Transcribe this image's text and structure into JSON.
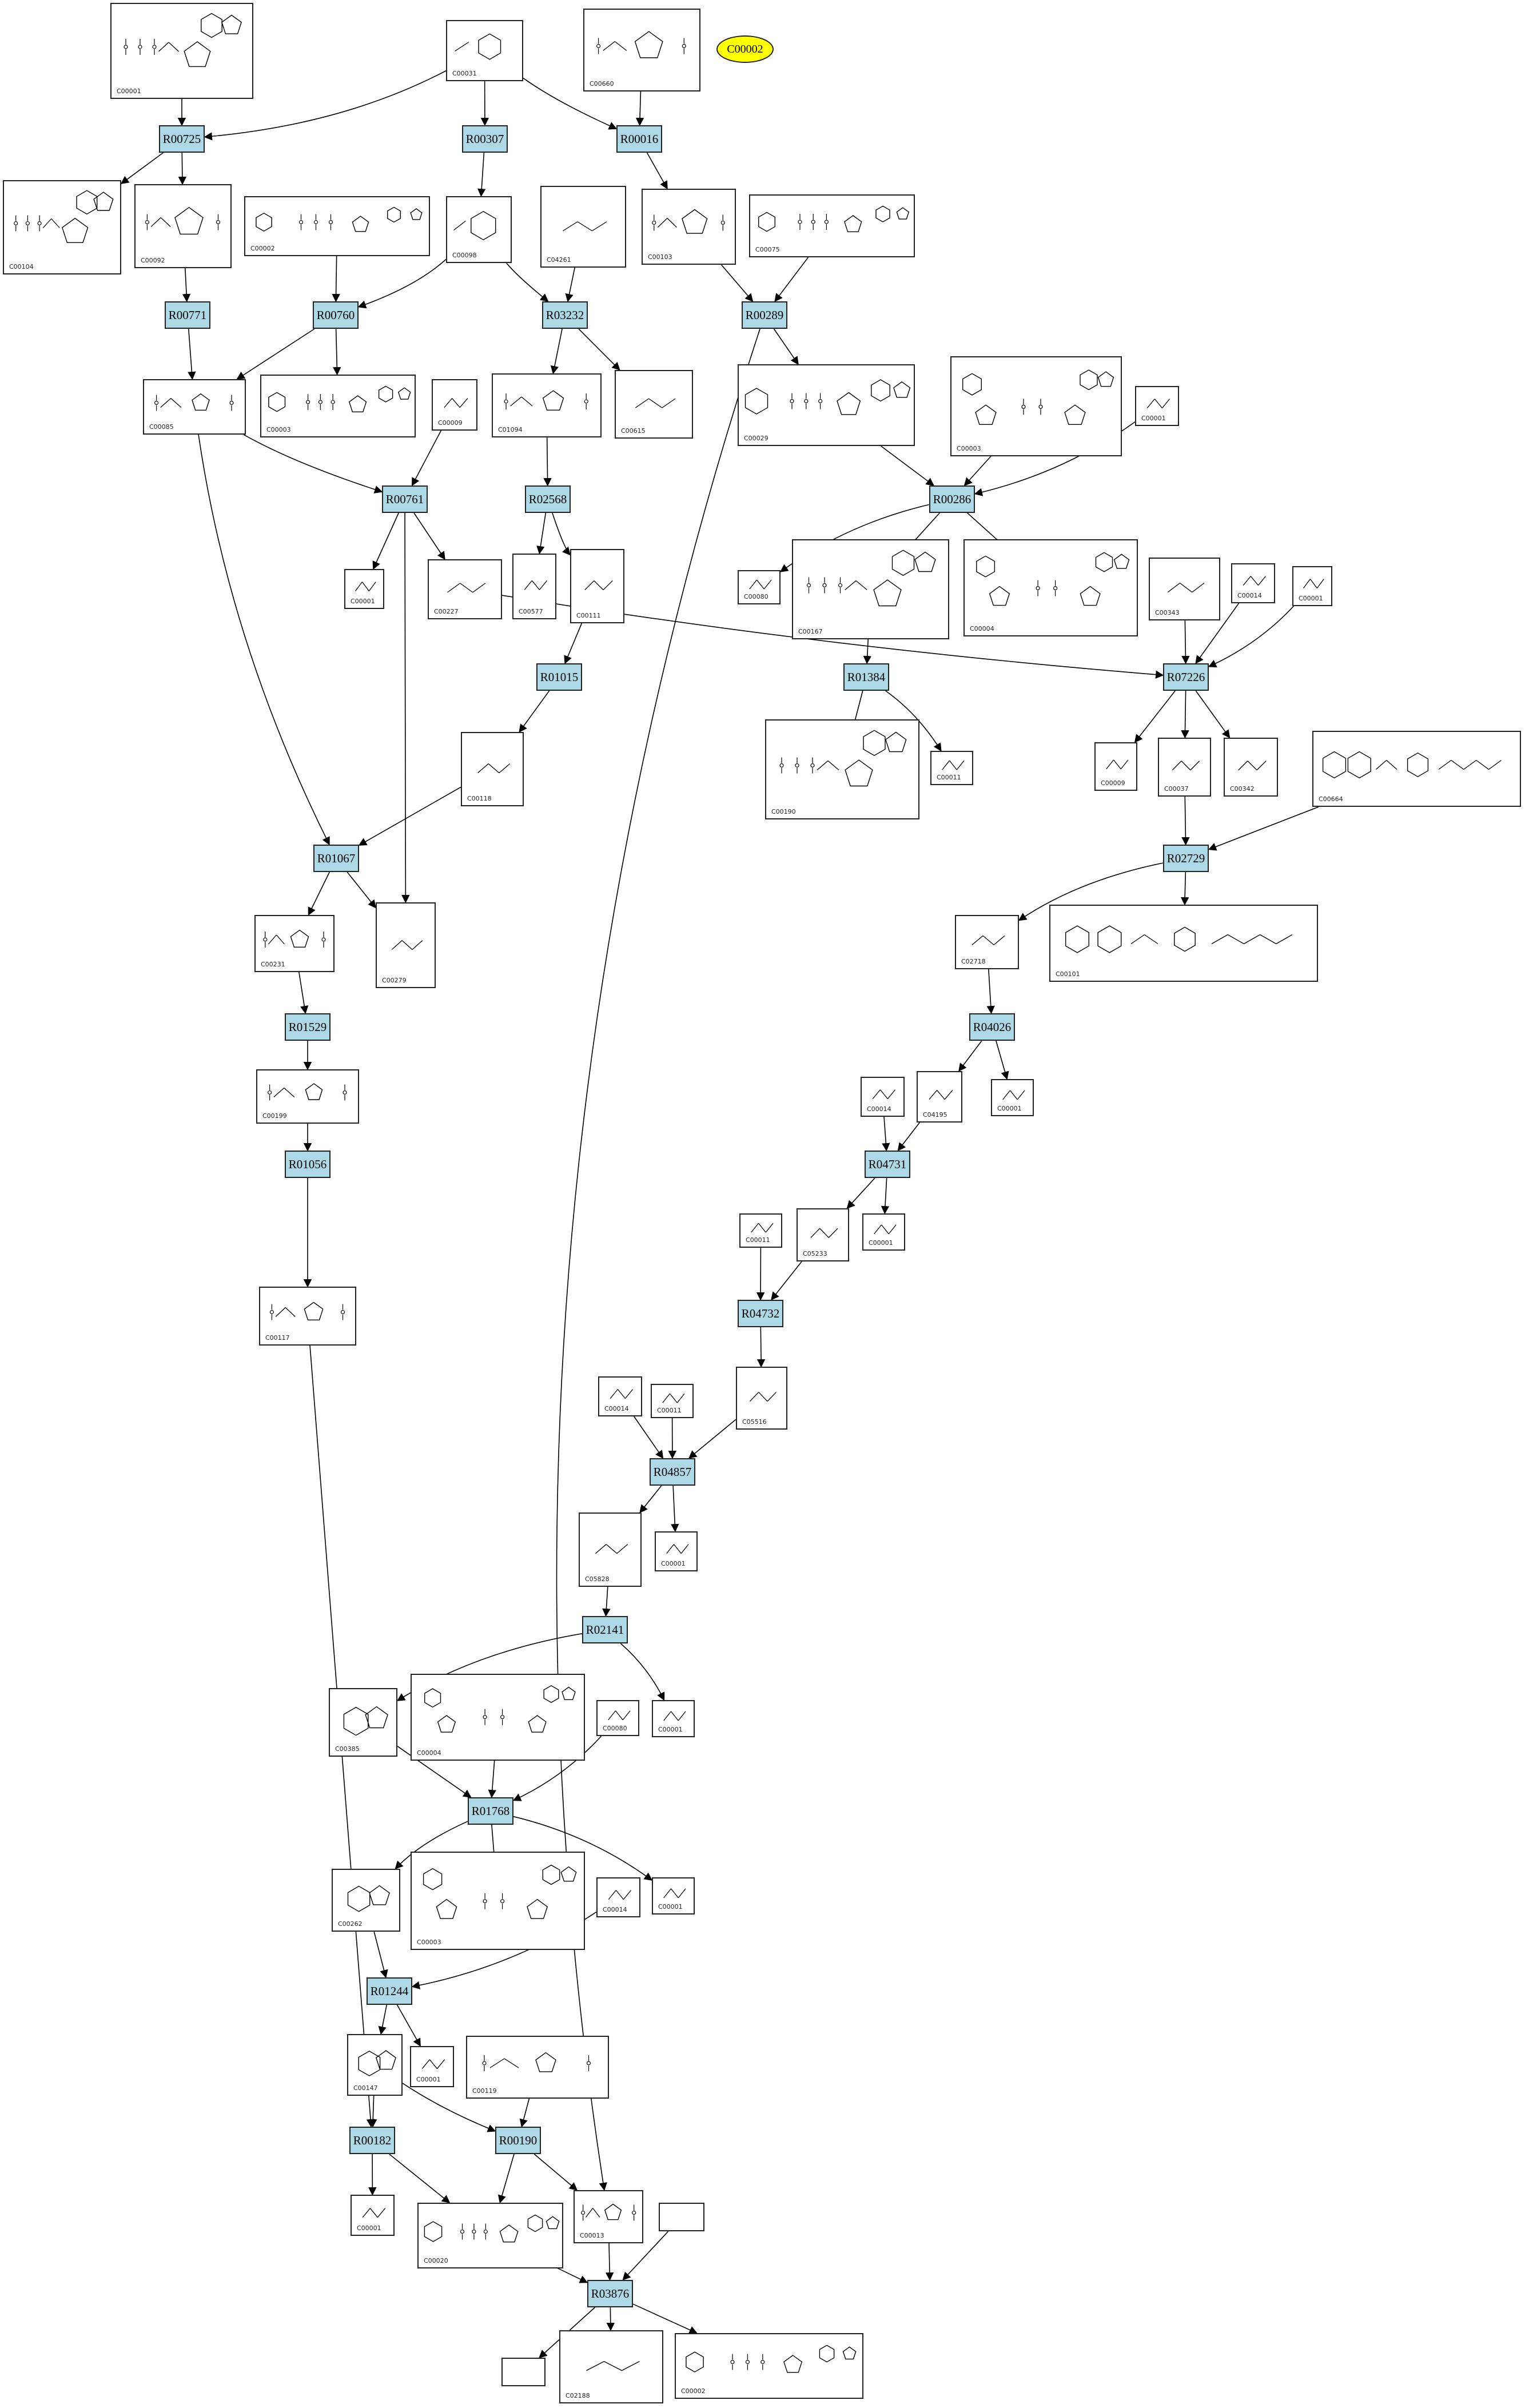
{
  "legend_node": {
    "label": "C00002"
  },
  "reactions": [
    {
      "id": "R00725"
    },
    {
      "id": "R00307"
    },
    {
      "id": "R00016"
    },
    {
      "id": "R00771"
    },
    {
      "id": "R00760"
    },
    {
      "id": "R03232"
    },
    {
      "id": "R00289"
    },
    {
      "id": "R00761"
    },
    {
      "id": "R02568"
    },
    {
      "id": "R00286"
    },
    {
      "id": "R01015"
    },
    {
      "id": "R01384"
    },
    {
      "id": "R07226"
    },
    {
      "id": "R01067"
    },
    {
      "id": "R02729"
    },
    {
      "id": "R01529"
    },
    {
      "id": "R04026"
    },
    {
      "id": "R01056"
    },
    {
      "id": "R04731"
    },
    {
      "id": "R04732"
    },
    {
      "id": "R04857"
    },
    {
      "id": "R02141"
    },
    {
      "id": "R01768"
    },
    {
      "id": "R01244"
    },
    {
      "id": "R00182"
    },
    {
      "id": "R00190"
    },
    {
      "id": "R03876"
    }
  ],
  "compounds": [
    {
      "key": "a1",
      "id": "C00001",
      "type": "nucleotide"
    },
    {
      "key": "a2",
      "id": "C00031",
      "type": "sugar"
    },
    {
      "key": "a3",
      "id": "C00660",
      "type": "sugarphos"
    },
    {
      "key": "a4",
      "id": "C00104",
      "type": "nucleotide"
    },
    {
      "key": "a5",
      "id": "C00092",
      "type": "sugarphos"
    },
    {
      "key": "a6",
      "id": "C00002",
      "type": "atp"
    },
    {
      "key": "a7",
      "id": "C00098",
      "type": "sugar"
    },
    {
      "key": "a8",
      "id": "C04261",
      "type": "small"
    },
    {
      "key": "a9",
      "id": "C00103",
      "type": "sugarphos"
    },
    {
      "key": "a10",
      "id": "C00075",
      "type": "atp"
    },
    {
      "key": "a11",
      "id": "C00085",
      "type": "sugarphos"
    },
    {
      "key": "a12",
      "id": "C00003",
      "type": "atp"
    },
    {
      "key": "a13",
      "id": "C00009",
      "type": "small"
    },
    {
      "key": "a14",
      "id": "C01094",
      "type": "sugarphos"
    },
    {
      "key": "a15",
      "id": "C00615",
      "type": "small"
    },
    {
      "key": "a16",
      "id": "C00029",
      "type": "atp"
    },
    {
      "key": "a17",
      "id": "C00003",
      "type": "nad"
    },
    {
      "key": "a18",
      "id": "C00001",
      "type": "small"
    },
    {
      "key": "a19",
      "id": "C00001",
      "type": "small"
    },
    {
      "key": "a20",
      "id": "C00227",
      "type": "small"
    },
    {
      "key": "a21",
      "id": "C00577",
      "type": "small"
    },
    {
      "key": "a22",
      "id": "C00111",
      "type": "small"
    },
    {
      "key": "a23",
      "id": "C00080",
      "type": "small"
    },
    {
      "key": "a24",
      "id": "C00167",
      "type": "nucleotide"
    },
    {
      "key": "a25",
      "id": "C00004",
      "type": "nad"
    },
    {
      "key": "a26",
      "id": "C00343",
      "type": "small"
    },
    {
      "key": "a27",
      "id": "C00014",
      "type": "small"
    },
    {
      "key": "a28",
      "id": "C00001",
      "type": "small"
    },
    {
      "key": "a29",
      "id": "C00118",
      "type": "small"
    },
    {
      "key": "a30",
      "id": "C00190",
      "type": "nucleotide"
    },
    {
      "key": "a31",
      "id": "C00011",
      "type": "small"
    },
    {
      "key": "a32",
      "id": "C00009",
      "type": "small"
    },
    {
      "key": "a33",
      "id": "C00037",
      "type": "small"
    },
    {
      "key": "a34",
      "id": "C00342",
      "type": "small"
    },
    {
      "key": "a35",
      "id": "C00664",
      "type": "folate"
    },
    {
      "key": "a36",
      "id": "C00231",
      "type": "sugarphos"
    },
    {
      "key": "a37",
      "id": "C00279",
      "type": "small"
    },
    {
      "key": "a38",
      "id": "C02718",
      "type": "small"
    },
    {
      "key": "a39",
      "id": "C00101",
      "type": "folate"
    },
    {
      "key": "a40",
      "id": "C00199",
      "type": "sugarphos"
    },
    {
      "key": "a41",
      "id": "C00014",
      "type": "small"
    },
    {
      "key": "a42",
      "id": "C04195",
      "type": "small"
    },
    {
      "key": "a43",
      "id": "C00001",
      "type": "small"
    },
    {
      "key": "a44",
      "id": "C00011",
      "type": "small"
    },
    {
      "key": "a45",
      "id": "C05233",
      "type": "small"
    },
    {
      "key": "a46",
      "id": "C00001",
      "type": "small"
    },
    {
      "key": "a47",
      "id": "C00117",
      "type": "sugarphos"
    },
    {
      "key": "a48",
      "id": "C00014",
      "type": "small"
    },
    {
      "key": "a49",
      "id": "C00011",
      "type": "small"
    },
    {
      "key": "a50",
      "id": "C05516",
      "type": "small"
    },
    {
      "key": "a51",
      "id": "C05828",
      "type": "small"
    },
    {
      "key": "a52",
      "id": "C00001",
      "type": "small"
    },
    {
      "key": "a53",
      "id": "C00385",
      "type": "base"
    },
    {
      "key": "a54",
      "id": "C00004",
      "type": "nad"
    },
    {
      "key": "a55",
      "id": "C00080",
      "type": "small"
    },
    {
      "key": "a56",
      "id": "C00001",
      "type": "small"
    },
    {
      "key": "a57",
      "id": "C00262",
      "type": "base"
    },
    {
      "key": "a58",
      "id": "C00003",
      "type": "nad"
    },
    {
      "key": "a59",
      "id": "C00014",
      "type": "small"
    },
    {
      "key": "a60",
      "id": "C00001",
      "type": "small"
    },
    {
      "key": "a61",
      "id": "C00147",
      "type": "base"
    },
    {
      "key": "a62",
      "id": "C00001",
      "type": "small"
    },
    {
      "key": "a63",
      "id": "C00119",
      "type": "sugarphos"
    },
    {
      "key": "a64",
      "id": "C00001",
      "type": "small"
    },
    {
      "key": "a65",
      "id": "C00020",
      "type": "atp"
    },
    {
      "key": "a66",
      "id": "C00013",
      "type": "sugarphos"
    },
    {
      "key": "a67",
      "id": "",
      "type": "empty"
    },
    {
      "key": "a68",
      "id": "",
      "type": "empty"
    },
    {
      "key": "a69",
      "id": "C02188",
      "type": "small"
    },
    {
      "key": "a70",
      "id": "C00002",
      "type": "atp"
    }
  ]
}
